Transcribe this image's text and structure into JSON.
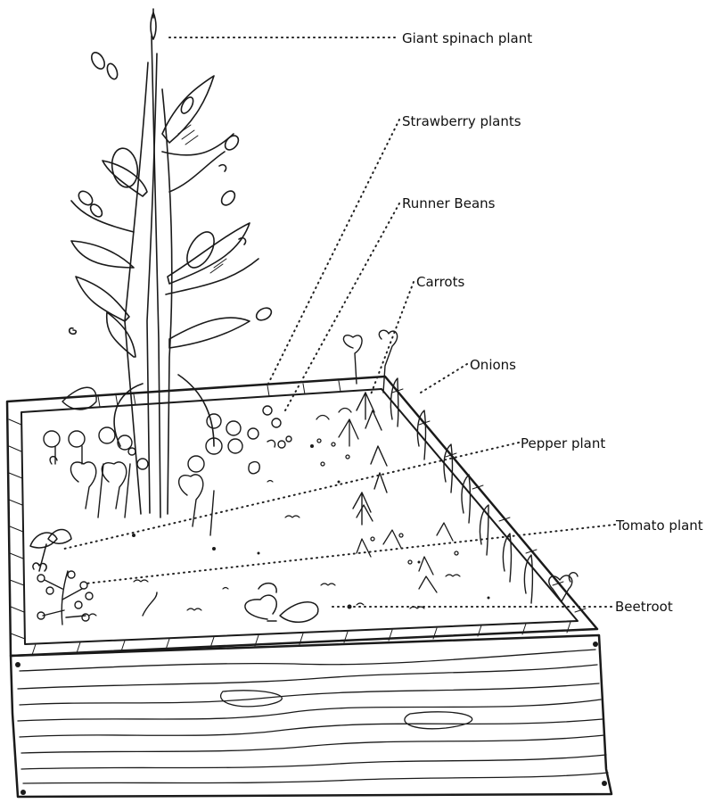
{
  "labels": {
    "giant_spinach": "Giant spinach plant",
    "strawberry": "Strawberry plants",
    "runner_beans": "Runner Beans",
    "carrots": "Carrots",
    "onions": "Onions",
    "pepper": "Pepper plant",
    "tomato": "Tomato plant",
    "beetroot": "Beetroot"
  },
  "colors": {
    "ink": "#1a1a1a",
    "background": "#ffffff"
  }
}
